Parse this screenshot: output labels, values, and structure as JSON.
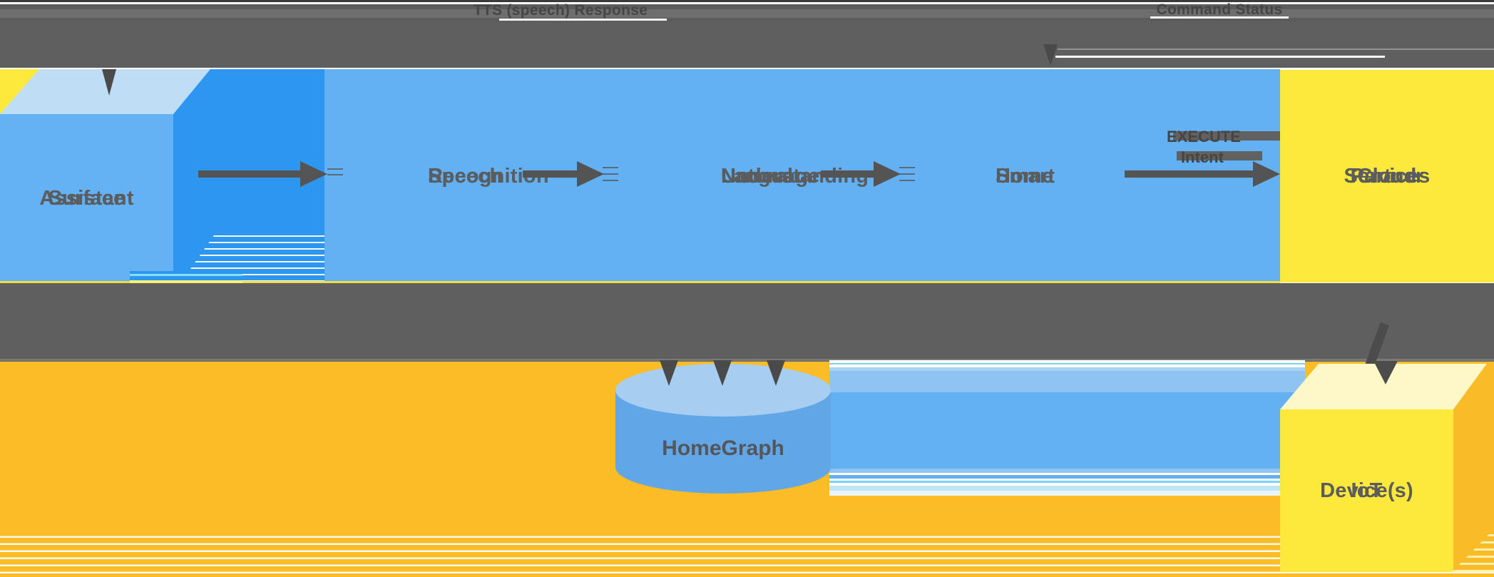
{
  "top_labels": {
    "tts_response": "TTS (speech) Response",
    "command_status": "Command Status"
  },
  "nodes": {
    "assistant_surface": {
      "lines": [
        "Assistant",
        "Surface"
      ]
    },
    "speech_recognition": {
      "lines": [
        "Speech",
        "Recognition"
      ]
    },
    "natural_language_understanding": {
      "lines": [
        "Natural",
        "Language",
        "Understanding"
      ]
    },
    "smart_home": {
      "lines": [
        "Smart",
        "Home"
      ]
    },
    "partner_cloud_services": {
      "lines": [
        "Partner",
        "Cloud",
        "Services"
      ]
    },
    "homegraph": {
      "label": "HomeGraph"
    },
    "iot_devices": {
      "lines": [
        "IoT",
        "Device(s)"
      ]
    }
  },
  "edge_labels": {
    "execute_intent": {
      "lines": [
        "EXECUTE",
        "Intent"
      ]
    }
  },
  "colors": {
    "band_gray": "#5F5F5F",
    "box_blue": "#63B1F3",
    "bright_blue": "#2D96F0",
    "pale_blue_top": "#C0DDF6",
    "yellow": "#FDE93B",
    "amber": "#FBBC26",
    "cylinder_body": "#61A6E7",
    "cylinder_top": "#A7CDF1",
    "arrow_gray": "#545454",
    "text_gray": "#5B5C5E"
  }
}
